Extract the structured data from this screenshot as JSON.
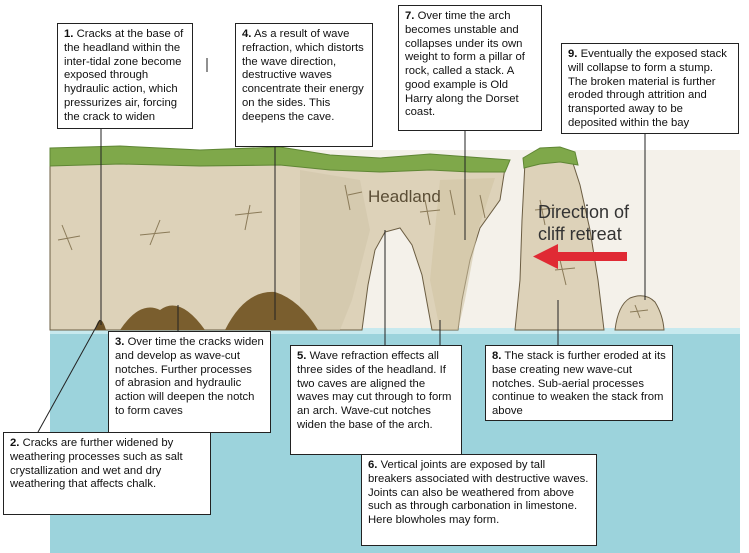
{
  "labels": {
    "headland": "Headland",
    "retreat_line1": "Direction of",
    "retreat_line2": "cliff retreat"
  },
  "callouts": [
    {
      "num": "1.",
      "text": "Cracks at the base of the headland within the inter-tidal zone become exposed through hydraulic action, which pressurizes air, forcing the crack to widen"
    },
    {
      "num": "2.",
      "text": "Cracks are further widened by weathering processes such as salt crystallization and wet and dry weathering that affects chalk."
    },
    {
      "num": "3.",
      "text": "Over time the cracks widen and develop as wave-cut notches. Further processes of abrasion and hydraulic action will deepen the notch to form caves"
    },
    {
      "num": "4.",
      "text": "As a result of wave refraction, which distorts the wave direction, destructive waves concentrate their energy on the sides. This deepens the cave."
    },
    {
      "num": "5.",
      "text": "Wave refraction effects all three sides of the headland. If two caves are aligned the waves may cut through to form an arch. Wave-cut notches widen the base of the arch."
    },
    {
      "num": "6.",
      "text": "Vertical joints are exposed by tall breakers associated with destructive waves. Joints can also be weathered from above such as through carbonation in limestone. Here blowholes may form."
    },
    {
      "num": "7.",
      "text": "Over time the arch becomes unstable and collapses under its own weight to form a pillar of rock, called a stack. A good example is Old Harry along the Dorset coast."
    },
    {
      "num": "8.",
      "text": "The stack is further eroded at its base creating new wave-cut notches. Sub-aerial processes continue to weaken the stack from above"
    },
    {
      "num": "9.",
      "text": "Eventually the exposed stack will collapse to form a stump. The broken material is further eroded through attrition and transported away to be deposited within the bay"
    }
  ],
  "colors": {
    "sea": "#9cd3dc",
    "sea_surface": "#b9e3ea",
    "rock": "#ddd2b9",
    "rock_shadow": "#c7b995",
    "grass": "#7fa84a",
    "cave": "#7a5e2e",
    "arrow": "#e02a34"
  }
}
